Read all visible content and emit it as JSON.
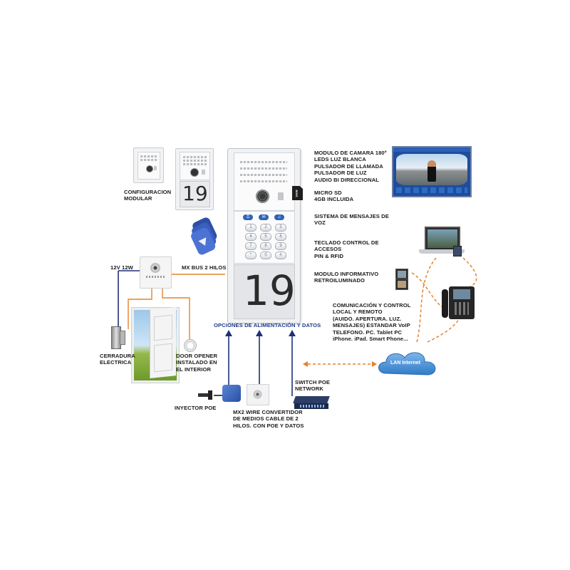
{
  "colors": {
    "wire_blue": "#1f2f7a",
    "wire_orange": "#e5822a",
    "cloud_blue": "#3c8ed6",
    "panel_frame": "#f1f2f4",
    "panel_blue_button": "#2f63b5"
  },
  "devices": {
    "panel_number": "19",
    "small_module_number": "19",
    "keypad_keys": [
      "1",
      "2",
      "3",
      "4",
      "5",
      "6",
      "7",
      "8",
      "9",
      "*",
      "0",
      "#"
    ],
    "sd_card_label": "16GB",
    "cloud_label": "LAN Internet"
  },
  "labels": {
    "camera_module": [
      "MODULO DE CAMARA 180º",
      "LEDS LUZ BLANCA",
      "PULSADOR DE LLAMADA",
      "PULSADOR DE LUZ",
      "AUDIO BI DIRECCIONAL"
    ],
    "microsd": [
      "MICRO SD",
      "4GB INCLUIDA"
    ],
    "voice_messages": [
      "SISTEMA DE MENSAJES DE",
      "VOZ"
    ],
    "keypad": [
      "TECLADO CONTROL DE",
      "ACCESOS",
      "PIN & RFID"
    ],
    "info_module": [
      "MODULO INFORMATIVO",
      "RETROILUMINADO"
    ],
    "modular_config": [
      "CONFIGURACION",
      "MODULAR"
    ],
    "power_12v": "12V 12W",
    "mx_bus": "MX BUS 2 HILOS",
    "power_options": "OPCIONES DE ALIMENTACIÓN Y DATOS",
    "electric_lock": [
      "CERRADURA",
      "ELECTRICA"
    ],
    "door_opener": [
      "DOOR OPENER",
      "INSTALADO EN",
      "EL INTERIOR"
    ],
    "poe_injector": "INYECTOR POE",
    "mx2_converter": [
      "MX2 WIRE CONVERTIDOR",
      "DE MEDIOS CABLE DE 2",
      "HILOS. CON POE Y DATOS"
    ],
    "switch_poe": [
      "SWITCH POE",
      "NETWORK"
    ],
    "communication": [
      "COMUNICACIÓN Y CONTROL",
      "LOCAL Y REMOTO",
      "(AUIDO. APERTURA. LUZ.",
      "MENSAJES) ESTANDAR VoIP",
      "TELEFONO. PC. Tablet PC",
      "iPhone. iPad. Smart Phone..."
    ]
  }
}
